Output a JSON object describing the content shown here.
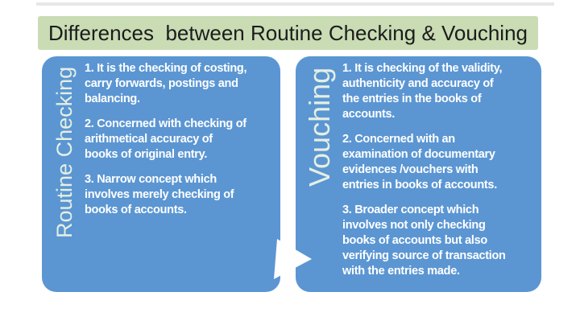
{
  "slide": {
    "title": "Differences  between Routine Checking & Vouching"
  },
  "colors": {
    "title_bg": "#c9dcb4",
    "title_text": "#1c1c1c",
    "box_bg": "#5b96d3",
    "body_text": "#ffffff",
    "label_text": "#e4efe2",
    "arrow": "#ffffff",
    "top_strip": "#e7e7e5"
  },
  "boxes": [
    {
      "label": "Routine Checking",
      "items": [
        "1. It is the checking of costing,\ncarry forwards, postings and\nbalancing.",
        "2. Concerned with checking of\narithmetical accuracy of\nbooks of original entry.",
        "3. Narrow concept which\ninvolves merely checking of\nbooks of accounts."
      ]
    },
    {
      "label": "Vouching",
      "items": [
        "1. It is checking of the validity,\nauthenticity and accuracy of\nthe entries in the books of\naccounts.",
        "2. Concerned with an\nexamination of documentary\nevidences /vouchers with\nentries in books of accounts.",
        "3. Broader concept which\ninvolves not only checking\nbooks of accounts but also\nverifying source of transaction\nwith the entries made."
      ]
    }
  ],
  "arrow_icon": "right-arrow"
}
